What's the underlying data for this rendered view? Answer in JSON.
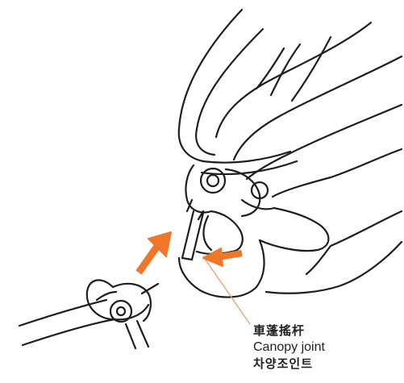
{
  "part_label": {
    "chinese": "車蓬搖杆",
    "english": "Canopy joint",
    "korean": "차양조인트"
  },
  "colors": {
    "arrow": "#f0772a",
    "leader_line": "#f0a070",
    "ink": "#1e1e1e"
  },
  "icons": {
    "insert_arrow": "arrow-up-right-icon",
    "push_arrow": "arrow-left-icon"
  }
}
